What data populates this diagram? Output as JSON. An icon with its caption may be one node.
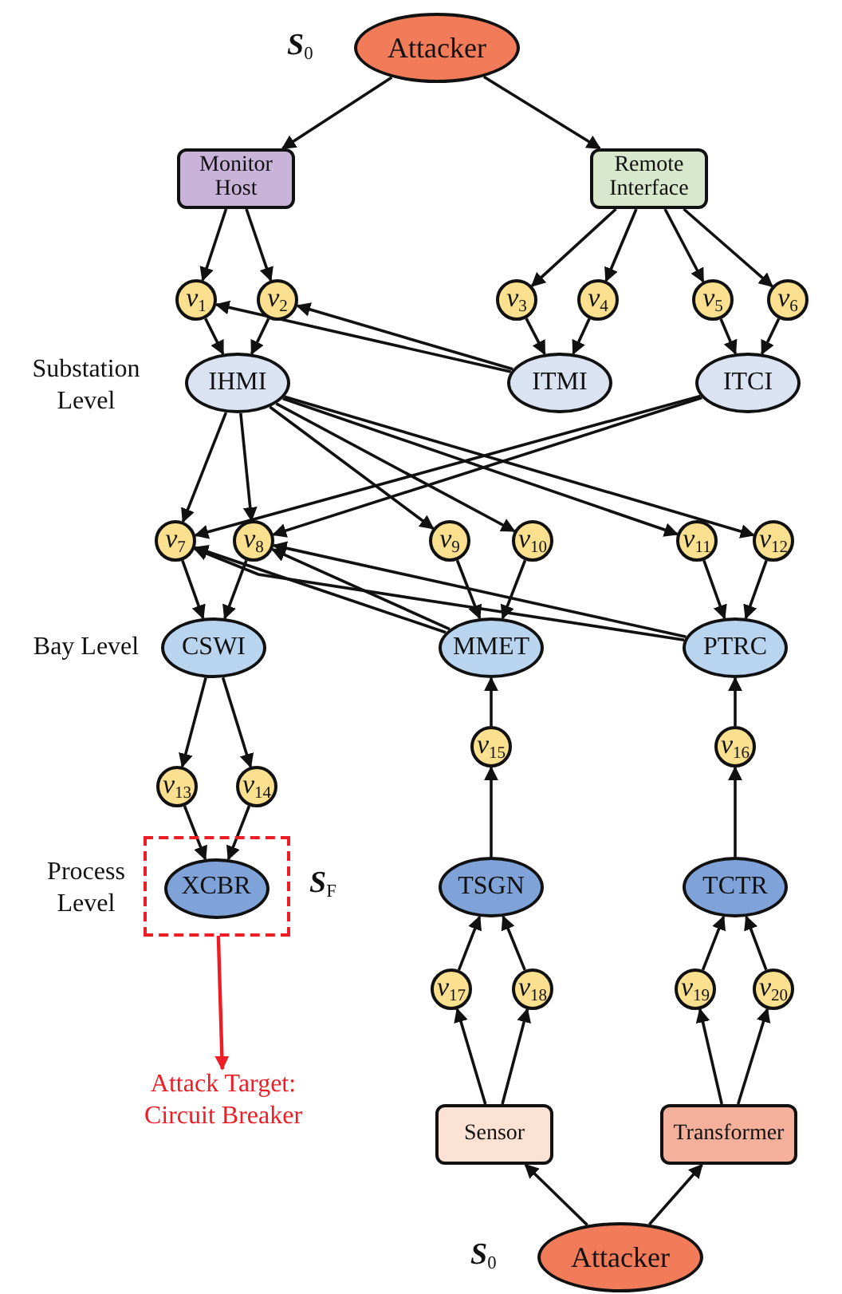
{
  "diagram": {
    "nodes": [
      {
        "text": [
          "Attacker"
        ],
        "beside": [
          "*S*$_{0}$"
        ]
      },
      {
        "text": [
          "Monitor Host"
        ]
      },
      {
        "text": [
          "Remote Interface"
        ]
      },
      {
        "text": [
          "*v*$_{1}$"
        ]
      },
      {
        "text": [
          "*v*$_{2}$"
        ]
      },
      {
        "text": [
          "*v*$_{3}$"
        ]
      },
      {
        "text": [
          "*v*$_{4}$"
        ]
      },
      {
        "text": [
          "*v*$_{5}$"
        ]
      },
      {
        "text": [
          "*v*$_{6}$"
        ]
      },
      {
        "text": [
          "IHMI"
        ]
      },
      {
        "text": [
          "ITMI"
        ]
      },
      {
        "text": [
          "ITCI"
        ]
      },
      {
        "text": [
          "*v*$_{7}$"
        ]
      },
      {
        "text": [
          "*v*$_{8}$"
        ]
      },
      {
        "text": [
          "*v*$_{9}$"
        ]
      },
      {
        "text": [
          "*v*$_{10}$"
        ]
      },
      {
        "text": [
          "*v*$_{11}$"
        ]
      },
      {
        "text": [
          "*v*$_{12}$"
        ]
      },
      {
        "text": [
          "CSWI"
        ]
      },
      {
        "text": [
          "MMET"
        ]
      },
      {
        "text": [
          "PTRC"
        ]
      },
      {
        "text": [
          "*v*$_{13}$"
        ]
      },
      {
        "text": [
          "*v*$_{14}$"
        ]
      },
      {
        "text": [
          "*v*$_{15}$"
        ]
      },
      {
        "text": [
          "*v*$_{16}$"
        ]
      },
      {
        "text": [],
        "shape": "box",
        "beside": [
          "*S*$_{F}$"
        ]
      },
      {
        "text": [
          "XCBR"
        ],
        "in": 25
      },
      {
        "text": [
          "TSGN"
        ]
      },
      {
        "text": [
          "TCTR"
        ]
      },
      {
        "text": [
          "Attack Target: Circuit Breaker"
        ]
      },
      {
        "text": [
          "*v*$_{17}$"
        ]
      },
      {
        "text": [
          "*v*$_{18}$"
        ]
      },
      {
        "text": [
          "*v*$_{19}$"
        ]
      },
      {
        "text": [
          "*v*$_{20}$"
        ]
      },
      {
        "text": [
          "Sensor"
        ]
      },
      {
        "text": [
          "Transformer"
        ]
      },
      {
        "text": [
          "Attacker"
        ],
        "beside": [
          "*S*$_{0}$"
        ]
      }
    ],
    "edges": [
      {
        "from": 0,
        "to": 1,
        "arrow": "to"
      },
      {
        "from": 0,
        "to": 2,
        "arrow": "to"
      },
      {
        "from": 1,
        "to": 3,
        "arrow": "to"
      },
      {
        "from": 1,
        "to": 4,
        "arrow": "to"
      },
      {
        "from": 2,
        "to": 5,
        "arrow": "to"
      },
      {
        "from": 2,
        "to": 6,
        "arrow": "to"
      },
      {
        "from": 2,
        "to": 7,
        "arrow": "to"
      },
      {
        "from": 2,
        "to": 8,
        "arrow": "to"
      },
      {
        "from": 3,
        "to": 9,
        "arrow": "to"
      },
      {
        "from": 4,
        "to": 9,
        "arrow": "to"
      },
      {
        "from": 10,
        "to": 3,
        "arrow": "to"
      },
      {
        "from": 10,
        "to": 4,
        "arrow": "to"
      },
      {
        "from": 5,
        "to": 10,
        "arrow": "to"
      },
      {
        "from": 6,
        "to": 10,
        "arrow": "to"
      },
      {
        "from": 7,
        "to": 11,
        "arrow": "to"
      },
      {
        "from": 8,
        "to": 11,
        "arrow": "to"
      },
      {
        "from": 9,
        "to": 12,
        "arrow": "to"
      },
      {
        "from": 9,
        "to": 13,
        "arrow": "to"
      },
      {
        "from": 9,
        "to": 14,
        "arrow": "to"
      },
      {
        "from": 9,
        "to": 15,
        "arrow": "to"
      },
      {
        "from": 9,
        "to": 16,
        "arrow": "to"
      },
      {
        "from": 9,
        "to": 17,
        "arrow": "to"
      },
      {
        "from": 11,
        "to": 12,
        "arrow": "to"
      },
      {
        "from": 11,
        "to": 13,
        "arrow": "to"
      },
      {
        "from": 19,
        "to": 12,
        "arrow": "to"
      },
      {
        "from": 19,
        "to": 13,
        "arrow": "to"
      },
      {
        "from": 20,
        "to": 12,
        "arrow": "to"
      },
      {
        "from": 20,
        "to": 13,
        "arrow": "to"
      },
      {
        "from": 12,
        "to": 18,
        "arrow": "to"
      },
      {
        "from": 13,
        "to": 18,
        "arrow": "to"
      },
      {
        "from": 14,
        "to": 19,
        "arrow": "to"
      },
      {
        "from": 15,
        "to": 19,
        "arrow": "to"
      },
      {
        "from": 16,
        "to": 20,
        "arrow": "to"
      },
      {
        "from": 17,
        "to": 20,
        "arrow": "to"
      },
      {
        "from": 18,
        "to": 21,
        "arrow": "to"
      },
      {
        "from": 18,
        "to": 22,
        "arrow": "to"
      },
      {
        "from": 21,
        "to": 26,
        "arrow": "to"
      },
      {
        "from": 22,
        "to": 26,
        "arrow": "to"
      },
      {
        "from": 25,
        "to": 29,
        "arrow": "to",
        "color": "#ee1c25"
      },
      {
        "from": 23,
        "to": 19,
        "arrow": "to"
      },
      {
        "from": 24,
        "to": 20,
        "arrow": "to"
      },
      {
        "from": 27,
        "to": 23,
        "arrow": "to"
      },
      {
        "from": 28,
        "to": 24,
        "arrow": "to"
      },
      {
        "from": 30,
        "to": 27,
        "arrow": "to"
      },
      {
        "from": 31,
        "to": 27,
        "arrow": "to"
      },
      {
        "from": 32,
        "to": 28,
        "arrow": "to"
      },
      {
        "from": 33,
        "to": 28,
        "arrow": "to"
      },
      {
        "from": 34,
        "to": 30,
        "arrow": "to"
      },
      {
        "from": 34,
        "to": 31,
        "arrow": "to"
      },
      {
        "from": 35,
        "to": 32,
        "arrow": "to"
      },
      {
        "from": 35,
        "to": 33,
        "arrow": "to"
      },
      {
        "from": 36,
        "to": 34,
        "arrow": "to"
      },
      {
        "from": 36,
        "to": 35,
        "arrow": "to"
      }
    ],
    "labels": [
      "Substation Level",
      "Bay Level",
      "Process Level"
    ]
  }
}
